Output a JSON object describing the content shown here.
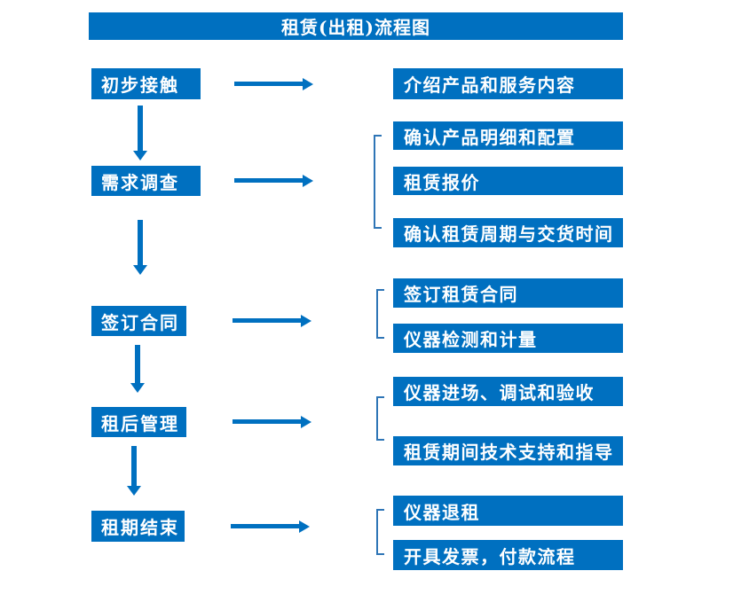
{
  "title": "租赁(出租)流程图",
  "colors": {
    "accent": "#0070C0",
    "bracket": "#2E75B6",
    "text_on_accent": "#FFFFFF",
    "background": "#FFFFFF"
  },
  "steps": [
    {
      "label": "初步接触",
      "details": [
        "介绍产品和服务内容"
      ]
    },
    {
      "label": "需求调查",
      "details": [
        "确认产品明细和配置",
        "租赁报价",
        "确认租赁周期与交货时间"
      ]
    },
    {
      "label": "签订合同",
      "details": [
        "签订租赁合同",
        "仪器检测和计量"
      ]
    },
    {
      "label": "租后管理",
      "details": [
        "仪器进场、调试和验收",
        "租赁期间技术支持和指导"
      ]
    },
    {
      "label": "租期结束",
      "details": [
        "仪器退租",
        "开具发票，付款流程"
      ]
    }
  ]
}
